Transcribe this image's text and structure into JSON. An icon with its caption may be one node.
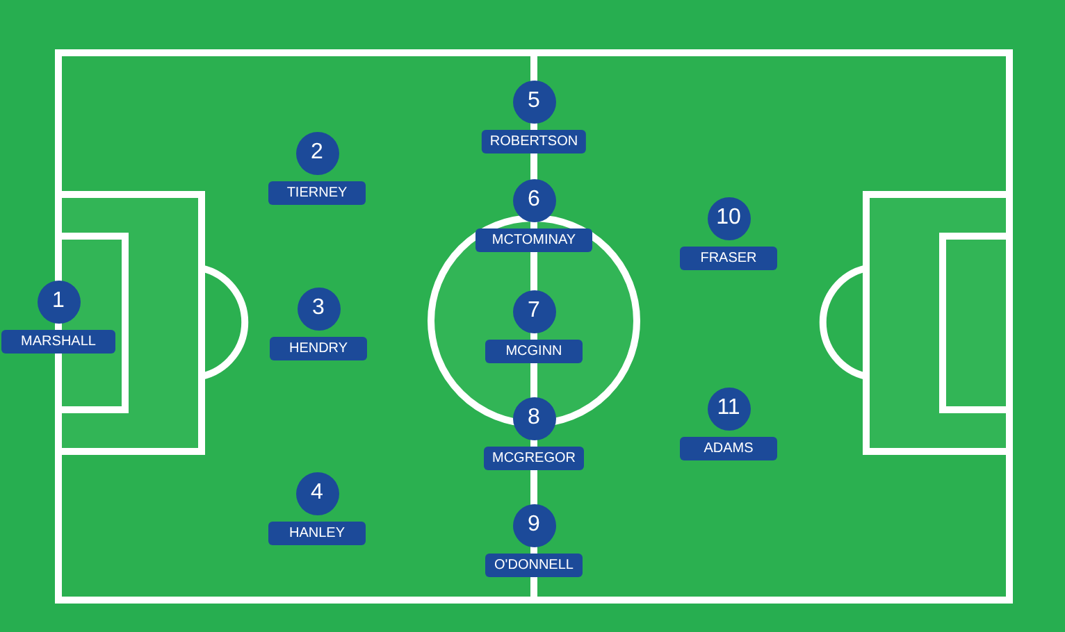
{
  "diagram": {
    "nodes": [
      {
        "text": [
          "1"
        ],
        "beside": [
          "MARSHALL"
        ]
      },
      {
        "text": [
          "2"
        ],
        "beside": [
          "TIERNEY"
        ]
      },
      {
        "text": [
          "3"
        ],
        "beside": [
          "HENDRY"
        ]
      },
      {
        "text": [
          "4"
        ],
        "beside": [
          "HANLEY"
        ]
      },
      {
        "text": [
          "5"
        ],
        "beside": [
          "ROBERTSON"
        ]
      },
      {
        "text": [
          "6"
        ],
        "beside": [
          "MCTOMINAY"
        ]
      },
      {
        "text": [
          "7"
        ],
        "beside": [
          "MCGINN"
        ]
      },
      {
        "text": [
          "8"
        ],
        "beside": [
          "MCGREGOR"
        ]
      },
      {
        "text": [
          "9"
        ],
        "beside": [
          "O'DONNELL"
        ]
      },
      {
        "text": [
          "10"
        ],
        "beside": [
          "FRASER"
        ]
      },
      {
        "text": [
          "11"
        ],
        "beside": [
          "ADAMS"
        ]
      }
    ]
  }
}
